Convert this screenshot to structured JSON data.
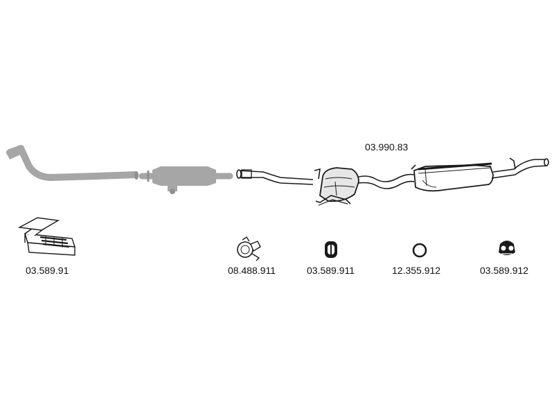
{
  "diagram": {
    "colors": {
      "line": "#1a1a1a",
      "ghost": "#a6a6a6",
      "ghost_dark": "#8f8f8f",
      "fill": "#ffffff",
      "muffler_shade": "#e6e6e6"
    },
    "main_assembly": {
      "part_number": "03.990.83",
      "icon": "rear-exhaust-pipe-with-muffler-icon"
    },
    "ghost_parts": [
      {
        "icon": "front-downpipe-icon"
      },
      {
        "icon": "catalytic-converter-icon"
      }
    ],
    "accessories": [
      {
        "part_number": "03.589.91",
        "icon": "mounting-kit-box-icon"
      },
      {
        "part_number": "08.488.911",
        "icon": "pipe-clamp-icon"
      },
      {
        "part_number": "03.589.911",
        "icon": "rubber-hanger-icon"
      },
      {
        "part_number": "12.355.912",
        "icon": "rubber-ring-icon"
      },
      {
        "part_number": "03.589.912",
        "icon": "rubber-mount-icon"
      }
    ]
  }
}
